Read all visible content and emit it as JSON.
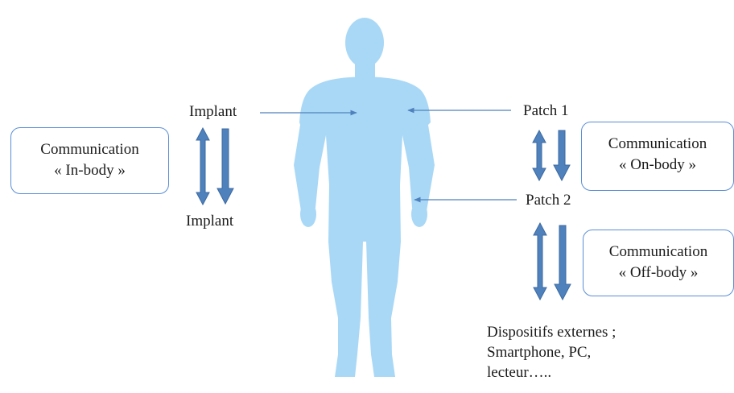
{
  "colors": {
    "body": "#a9d8f6",
    "arrow_fill": "#4f81bd",
    "arrow_stroke": "#3d6aa0",
    "pointer_line": "#4f81bd",
    "box_border": "#5b8ed6"
  },
  "labels": {
    "implant_top": "Implant",
    "implant_bottom": "Implant",
    "patch1": "Patch 1",
    "patch2": "Patch 2"
  },
  "boxes": {
    "in_body": {
      "line1": "Communication",
      "line2": "« In-body »"
    },
    "on_body": {
      "line1": "Communication",
      "line2": "« On-body »"
    },
    "off_body": {
      "line1": "Communication",
      "line2": "« Off-body »"
    }
  },
  "devices": {
    "line1": "Dispositifs externes ;",
    "line2": "Smartphone, PC,",
    "line3": "lecteur….."
  }
}
